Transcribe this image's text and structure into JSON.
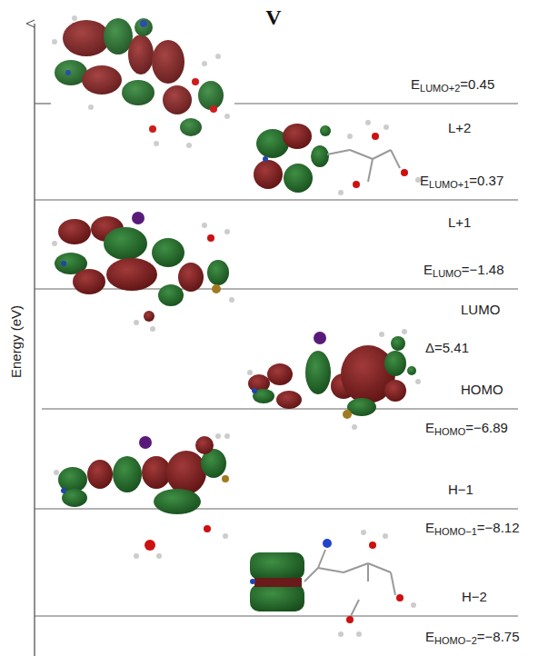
{
  "diagram": {
    "title": "V",
    "labels": [
      "Energy (eV)",
      "ELUMO+2=0.45",
      "L+2",
      "ELUMO+1=0.37",
      "L+1",
      "ELUMO=−1.48",
      "LUMO",
      "Δ=5.41",
      "HOMO",
      "EHOMO=−6.89",
      "H−1",
      "EHOMO−1=−8.12",
      "H−2",
      "EHOMO−2=−8.75"
    ]
  }
}
